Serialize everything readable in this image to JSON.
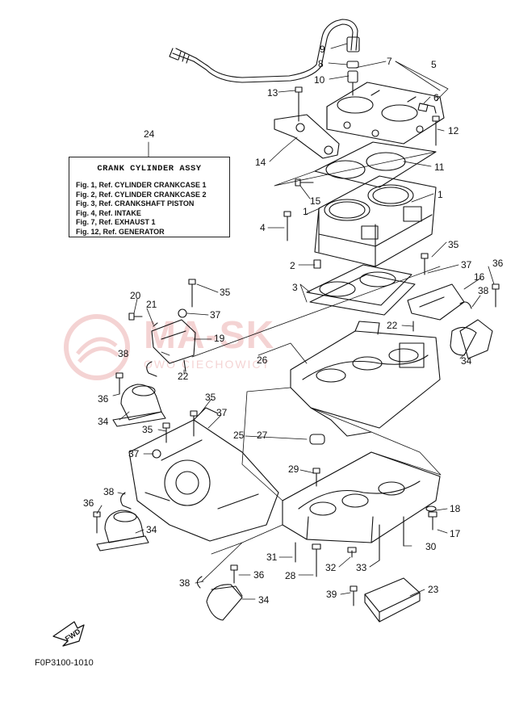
{
  "assy_box": {
    "callout": "24",
    "title": "CRANK CYLINDER ASSY",
    "refs": [
      "Fig. 1, Ref. CYLINDER CRANKCASE 1",
      "Fig. 2, Ref. CYLINDER CRANKCASE 2",
      "Fig. 3, Ref. CRANKSHAFT PISTON",
      "Fig. 4, Ref. INTAKE",
      "Fig. 7, Ref. EXHAUST 1",
      "Fig. 12, Ref. GENERATOR"
    ]
  },
  "callouts": {
    "c9": "9",
    "c8": "8",
    "c10": "10",
    "c7": "7",
    "c5": "5",
    "c6": "6",
    "c13": "13",
    "c12": "12",
    "c14": "14",
    "c11": "11",
    "c15": "15",
    "c1a": "1",
    "c1b": "1",
    "c4": "4",
    "c2": "2",
    "c35a": "35",
    "c37a": "37",
    "c36a": "36",
    "c16": "16",
    "c38a": "38",
    "c3": "3",
    "c20": "20",
    "c35b": "35",
    "c21": "21",
    "c37b": "37",
    "c19": "19",
    "c22a": "22",
    "c26": "26",
    "c34a": "34",
    "c38b": "38",
    "c22b": "22",
    "c36b": "36",
    "c34b": "34",
    "c35c": "35",
    "c37c": "37",
    "c35d": "35",
    "c25": "25",
    "c27": "27",
    "c37d": "37",
    "c29": "29",
    "c38c": "38",
    "c36c": "36",
    "c18": "18",
    "c34c": "34",
    "c17": "17",
    "c31": "31",
    "c30": "30",
    "c32": "32",
    "c33": "33",
    "c28": "28",
    "c38d": "38",
    "c36d": "36",
    "c34d": "34",
    "c23": "23",
    "c39": "39"
  },
  "fwd_label": "FWD",
  "footer_code": "F0P3100-1010",
  "watermark": {
    "text": "MA-SK",
    "subtext": "OWO CIECHOWICT"
  }
}
